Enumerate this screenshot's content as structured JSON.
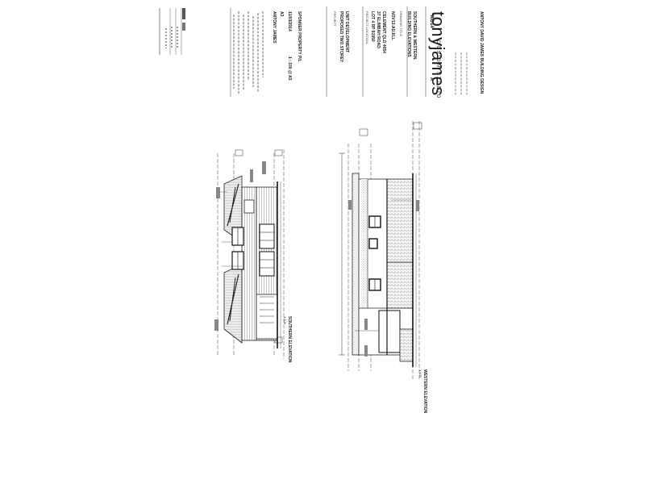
{
  "title_block": {
    "brand_name": "tonyjames",
    "brand_tagline": "DESIGN STUDIO",
    "firm_name": "ANTONY DAVID JAMES BUILDING DESIGN",
    "project_label": "PROJECT",
    "project_line1": "PROPOSED TWO STOREY",
    "project_line2": "UNIT DEVELOPMENT",
    "address_label": "PROJECT LOCATION",
    "address_line1": "LOT 4 RP 81950",
    "address_line2": "37 ELIMBAH ROAD",
    "address_line3": "CELEMENT QLD 4054",
    "drawing_label": "DRAWING TITLE",
    "drawing_line1": "BUILDING ELEVATIONS",
    "drawing_line2": "SOUTHERN & WESTERN",
    "job_no": "NOV13-ADJ/LL",
    "drawing_no": "WD14",
    "revision": "A",
    "designer": "ANTONY JAMES",
    "sheet_size": "A3",
    "date": "11/03/2014",
    "scale": "1 : 100 @ A3",
    "client": "SPONNER PROPERTY P/L"
  },
  "elevations": {
    "southern": {
      "title": "SOUTHERN ELEVATION",
      "scale": "1:100"
    },
    "western": {
      "title": "WESTERN ELEVATION",
      "scale": "1:100"
    }
  }
}
